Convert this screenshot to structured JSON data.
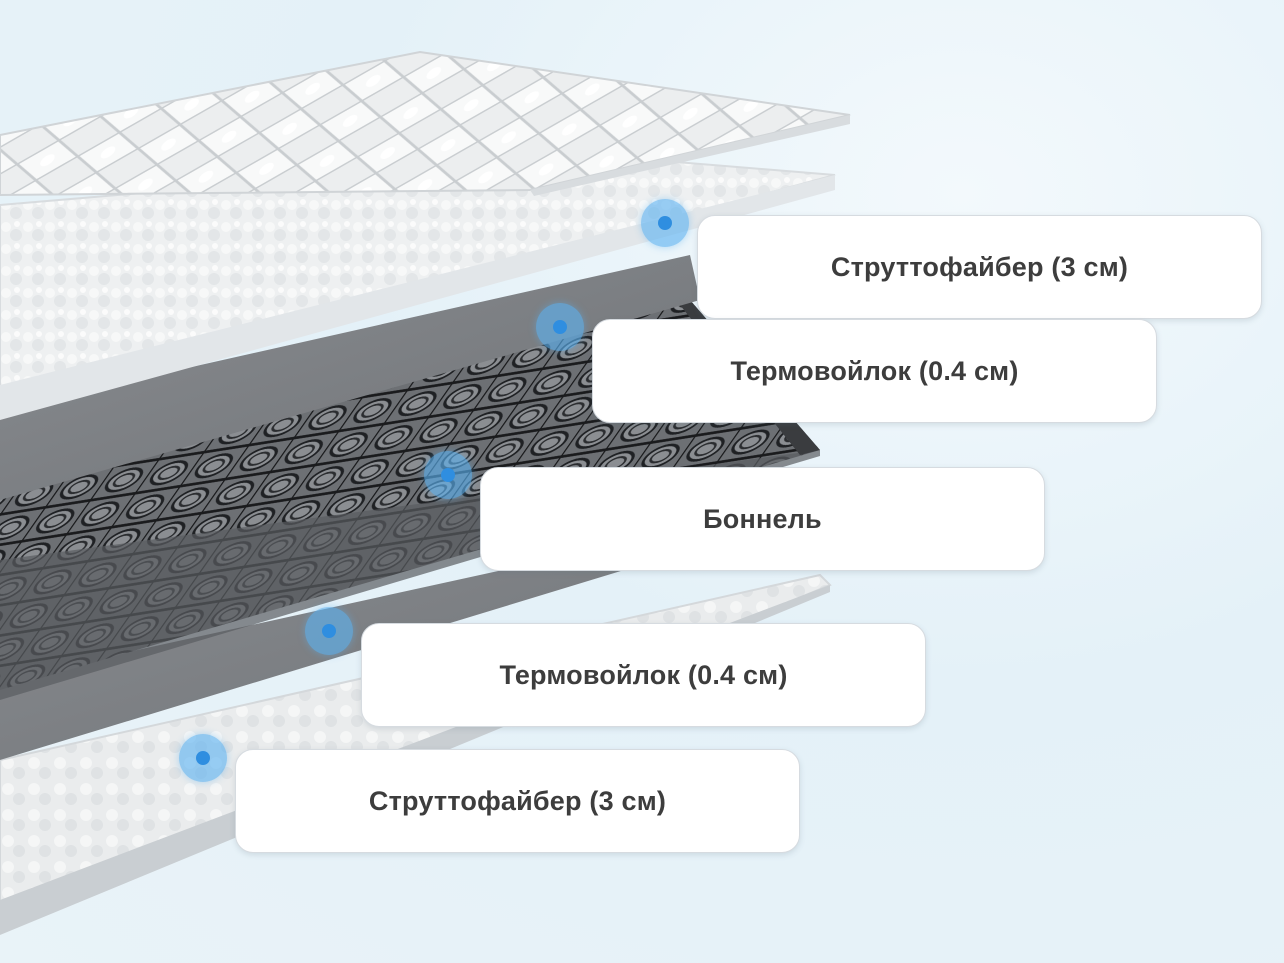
{
  "layers": [
    {
      "name": "Струттофайбер (3 см)"
    },
    {
      "name": "Термовойлок (0.4 см)"
    },
    {
      "name": "Боннель"
    },
    {
      "name": "Термовойлок (0.4 см)"
    },
    {
      "name": "Струттофайбер (3 см)"
    }
  ],
  "colors": {
    "marker_outer": "#5cb2f0",
    "marker_inner": "#2f8ee0",
    "label_text": "#3d3d3d",
    "felt_gray": "#7f8286",
    "spring_dark": "#2e3033"
  }
}
